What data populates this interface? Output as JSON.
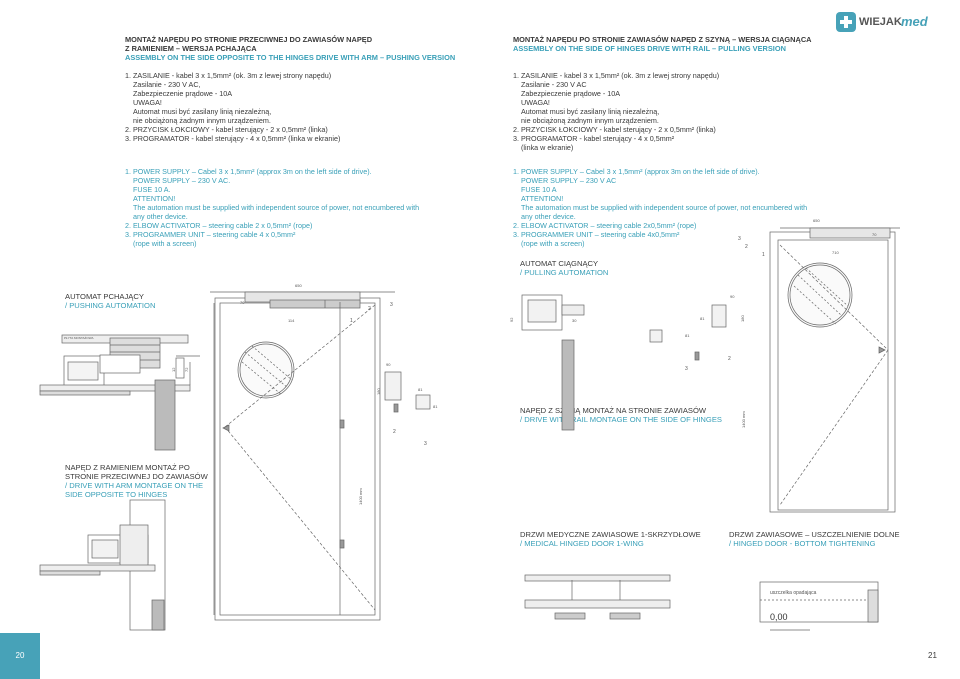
{
  "left": {
    "title_pl_1": "MONTAŻ NAPĘDU PO STRONIE PRZECIWNEJ DO ZAWIASÓW NAPĘD",
    "title_pl_2": "Z RAMIENIEM – WERSJA PCHAJĄCA",
    "title_en": "ASSEMBLY ON THE SIDE OPPOSITE TO THE HINGES DRIVE WITH ARM – PUSHING VERSION",
    "pl": [
      "1. ZASILANIE - kabel 3 x 1,5mm² (ok. 3m z lewej strony napędu)",
      "Zasilanie - 230 V AC,",
      "Zabezpieczenie prądowe - 10A",
      "UWAGA!",
      "Automat musi być zasilany linią niezależną,",
      "nie obciążoną żadnym innym urządzeniem.",
      "2. PRZYCISK ŁOKCIOWY - kabel sterujący - 2 x 0,5mm² (linka)",
      "3. PROGRAMATOR - kabel sterujący - 4 x 0,5mm² (linka w ekranie)"
    ],
    "en": [
      "1. POWER SUPPLY – Cabel 3 x 1,5mm² (approx 3m on the left side of drive).",
      "POWER SUPPLY – 230 V AC.",
      "FUSE 10 A.",
      "ATTENTION!",
      "The automation must be supplied with independent source of power, not encumbered with",
      "any other device.",
      "2. ELBOW ACTIVATOR – steering cable 2 x 0,5mm² (rope)",
      "3. PROGRAMMER UNIT – steering cable 4 x 0,5mm²",
      "(rope with a screen)"
    ],
    "label1_pl": "AUTOMAT PCHAJĄCY",
    "label1_en": "/ PUSHING AUTOMATION",
    "label2_pl_1": "NAPĘD Z RAMIENIEM MONTAŻ PO",
    "label2_pl_2": "STRONIE PRZECIWNEJ DO ZAWIASÓW",
    "label2_en_1": "/ DRIVE WITH ARM MONTAGE ON THE",
    "label2_en_2": "SIDE OPPOSITE TO HINGES",
    "page_number": "20"
  },
  "right": {
    "title_pl": "MONTAŻ NAPĘDU PO STRONIE ZAWIASÓW NAPĘD Z SZYNĄ – WERSJA CIĄGNĄCA",
    "title_en": "ASSEMBLY ON THE SIDE OF HINGES DRIVE WITH RAIL – PULLING VERSION",
    "pl": [
      "1. ZASILANIE - kabel 3 x 1,5mm² (ok. 3m z lewej strony napędu)",
      "Zasilanie - 230 V AC",
      "Zabezpieczenie prądowe - 10A",
      "UWAGA!",
      "Automat musi być zasilany linią niezależną,",
      "nie obciążoną żadnym innym urządzeniem.",
      "2. PRZYCISK ŁOKCIOWY - kabel sterujący - 2 x 0,5mm² (linka)",
      "3. PROGRAMATOR - kabel sterujący - 4 x 0,5mm²",
      "(linka w ekranie)"
    ],
    "en": [
      "1. POWER SUPPLY – Cabel 3 x 1,5mm² (approx 3m on the left side of drive).",
      "POWER SUPPLY – 230 V AC",
      "FUSE 10 A",
      "ATTENTION!",
      "The automation must be supplied with independent source of power, not encumbered with",
      "any other device.",
      "2. ELBOW ACTIVATOR – steering cable 2x0,5mm² (rope)",
      "3. PROGRAMMER UNIT – steering cable 4x0,5mm²",
      "(rope with a screen)"
    ],
    "label1_pl": "AUTOMAT CIĄGNĄCY",
    "label1_en": "/ PULLING AUTOMATION",
    "label2_pl": "NAPĘD Z SZYNĄ MONTAŻ NA STRONIE ZAWIASÓW",
    "label2_en": "/ DRIVE WITH RAIL MONTAGE ON THE SIDE OF HINGES",
    "label3_pl": "DRZWI MEDYCZNE ZAWIASOWE 1-SKRZYDŁOWE",
    "label3_en": "/ MEDICAL HINGED DOOR 1-WING",
    "label4_pl": "DRZWI ZAWIASOWE – USZCZELNIENIE DOLNE",
    "label4_en": "/ HINGED DOOR - BOTTOM TIGHTENING",
    "seal_label": "uszczelka opadająca",
    "seal_value": "0,00",
    "page_number": "21"
  },
  "brand": {
    "name_a": "WIEJAK",
    "name_b": "med",
    "color": "#3aa0b8"
  },
  "dims": {
    "d650": "650",
    "d70": "70",
    "d114": "114",
    "d90": "90",
    "d180": "180",
    "d81": "81",
    "d1400": "1400 mm",
    "d710": "710",
    "d30": "30",
    "d12": "12",
    "d72": "72",
    "n1": "1",
    "n2": "2",
    "n3": "3"
  }
}
